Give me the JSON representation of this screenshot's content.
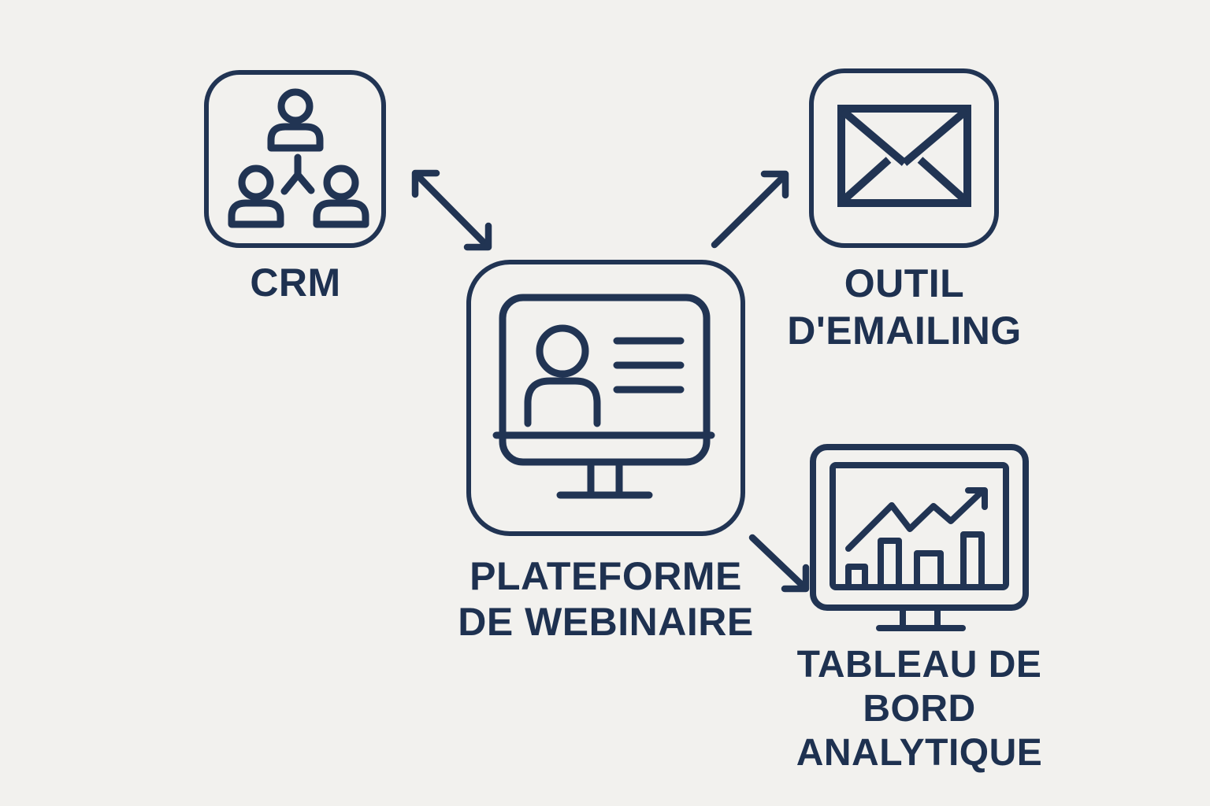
{
  "colors": {
    "background": "#f2f1ee",
    "ink": "#213453",
    "label_text": "#1e3150"
  },
  "nodes": {
    "crm": {
      "label": "CRM",
      "icon": "crm-people-network-icon"
    },
    "emailing": {
      "label": "OUTIL D'EMAILING",
      "label_line1": "OUTIL",
      "label_line2": "D'EMAILING",
      "icon": "envelope-icon"
    },
    "webinar": {
      "label": "PLATEFORME DE WEBINAIRE",
      "label_line1": "PLATEFORME",
      "label_line2": "DE WEBINAIRE",
      "icon": "webinar-monitor-icon"
    },
    "analytics": {
      "label": "TABLEAU DE BORD ANALYTIQUE",
      "label_line1": "TABLEAU DE",
      "label_line2": "BORD",
      "label_line3": "ANALYTIQUE",
      "icon": "analytics-chart-monitor-icon"
    }
  },
  "edges": [
    {
      "from": "webinar",
      "to": "crm",
      "style": "double-headed-diagonal-arrow"
    },
    {
      "from": "webinar",
      "to": "emailing",
      "style": "single-headed-diagonal-arrow"
    },
    {
      "from": "webinar",
      "to": "analytics",
      "style": "single-headed-diagonal-arrow"
    }
  ]
}
